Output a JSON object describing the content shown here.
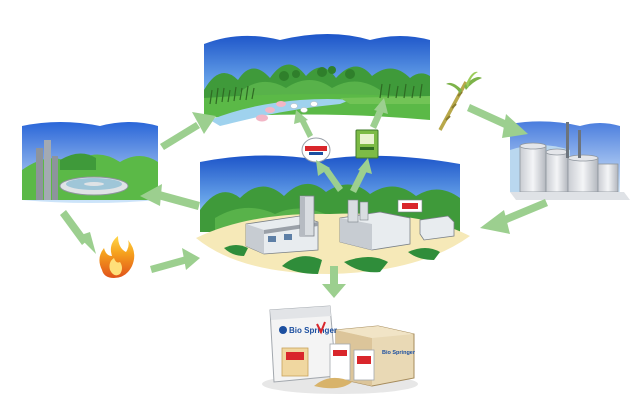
{
  "packaging": {
    "bag_brand": "Bio Springer",
    "box_brand": "Bio Springer"
  },
  "colors": {
    "arrow_green": "#9ccf8f",
    "sky_blue": "#2f6fd6",
    "grass_green": "#5bb947",
    "hill_green": "#3f9a3a",
    "water_blue": "#9fd2ee",
    "sand": "#f6e9b8",
    "flame_orange": "#f08a1c",
    "brand_blue": "#1c4fa0",
    "brand_red": "#d9262b"
  },
  "icons": {
    "farm_scene": "farm-landscape",
    "water_treatment": "wastewater-treatment-plant",
    "boiler": "flame-icon",
    "factory": "yeast-factory",
    "sugar_refinery": "sugar-refinery-silos",
    "sugarcane": "sugarcane-icon",
    "fertilizer_bag": "fertilizer-bag-icon",
    "feed_packet": "feed-packet-icon",
    "products": "yeast-product-packaging"
  }
}
